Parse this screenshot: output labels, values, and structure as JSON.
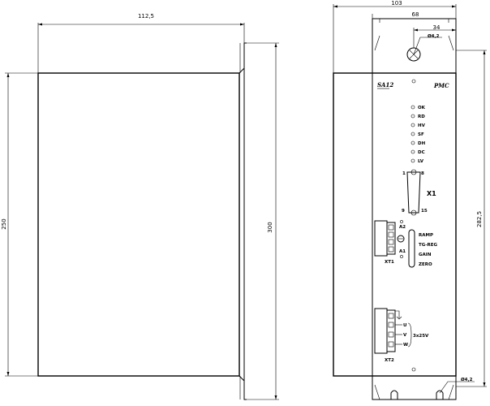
{
  "side_view": {
    "width_dim": "112,5",
    "height_dim_left": "250",
    "height_dim_right": "300"
  },
  "front_view": {
    "width_total_dim": "103",
    "width_inner_dim": "68",
    "offset_dim": "34",
    "hole_dim_top": "Ø4,2",
    "hole_dim_bottom": "Ø4,2",
    "height_dim": "282,5",
    "model": "SA12",
    "brand": "PMC",
    "leds": [
      "OK",
      "RD",
      "HV",
      "SF",
      "DH",
      "DC",
      "LV"
    ],
    "x1": {
      "name": "X1",
      "pin_tl": "1",
      "pin_tr": "8",
      "pin_bl": "9",
      "pin_br": "15"
    },
    "xt1": {
      "name": "XT1",
      "a2": "A2",
      "a1": "A1"
    },
    "pots": [
      "RAMP",
      "TG-REG",
      "GAIN",
      "ZERO"
    ],
    "xt2": {
      "name": "XT2",
      "terminals": [
        "U",
        "V",
        "W"
      ],
      "supply": "3x25V"
    }
  }
}
